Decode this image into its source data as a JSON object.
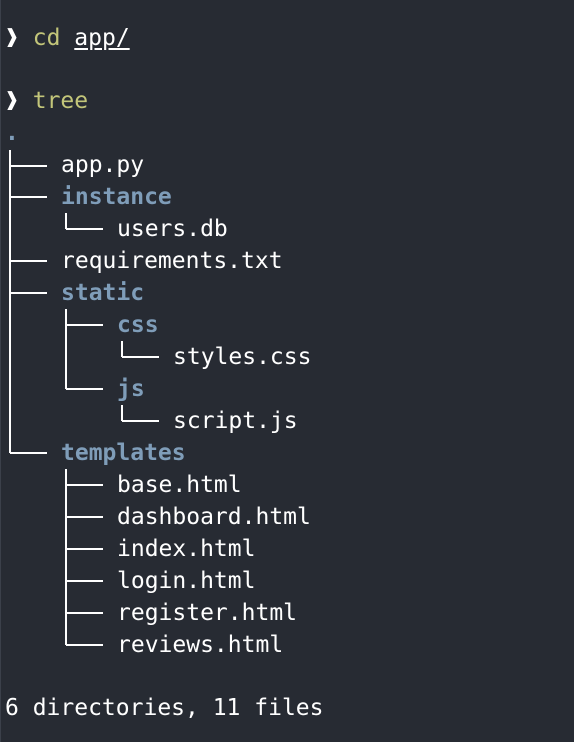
{
  "terminal": {
    "colors": {
      "background": "#272b33",
      "command": "#c3c67a",
      "directory": "#7f9db9",
      "text": "#ffffff"
    },
    "commands": [
      {
        "prompt": "❱",
        "command": "cd",
        "argument": "app/"
      },
      {
        "prompt": "❱",
        "command": "tree",
        "argument": ""
      }
    ],
    "tree": {
      "root": ".",
      "entries": [
        {
          "name": "app.py",
          "type": "file",
          "depth": 1
        },
        {
          "name": "instance",
          "type": "directory",
          "depth": 1
        },
        {
          "name": "users.db",
          "type": "file",
          "depth": 2
        },
        {
          "name": "requirements.txt",
          "type": "file",
          "depth": 1
        },
        {
          "name": "static",
          "type": "directory",
          "depth": 1
        },
        {
          "name": "css",
          "type": "directory",
          "depth": 2
        },
        {
          "name": "styles.css",
          "type": "file",
          "depth": 3
        },
        {
          "name": "js",
          "type": "directory",
          "depth": 2
        },
        {
          "name": "script.js",
          "type": "file",
          "depth": 3
        },
        {
          "name": "templates",
          "type": "directory",
          "depth": 1
        },
        {
          "name": "base.html",
          "type": "file",
          "depth": 2
        },
        {
          "name": "dashboard.html",
          "type": "file",
          "depth": 2
        },
        {
          "name": "index.html",
          "type": "file",
          "depth": 2
        },
        {
          "name": "login.html",
          "type": "file",
          "depth": 2
        },
        {
          "name": "register.html",
          "type": "file",
          "depth": 2
        },
        {
          "name": "reviews.html",
          "type": "file",
          "depth": 2
        }
      ]
    },
    "summary": "6 directories, 11 files"
  }
}
